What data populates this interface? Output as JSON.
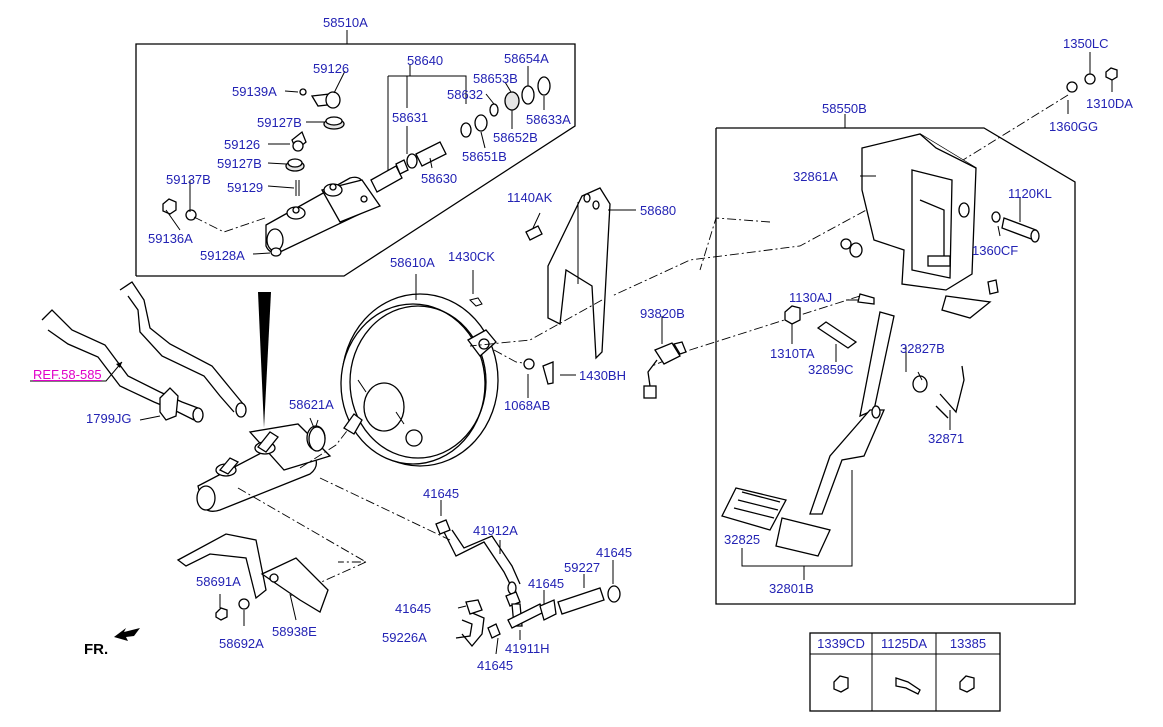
{
  "title": "",
  "colors": {
    "label": "#2323b4",
    "reference_link": "#e000c8",
    "line": "#000000"
  },
  "labels": {
    "p58510A": "58510A",
    "p59126a": "59126",
    "p59139A": "59139A",
    "p59127Ba": "59127B",
    "p59126b": "59126",
    "p59127Bb": "59127B",
    "p59137B": "59137B",
    "p59129": "59129",
    "p59136A": "59136A",
    "p59128A": "59128A",
    "p58640": "58640",
    "p58631": "58631",
    "p58632": "58632",
    "p58630": "58630",
    "p58654A": "58654A",
    "p58653B": "58653B",
    "p58633A": "58633A",
    "p58652B": "58652B",
    "p58651B": "58651B",
    "p1140AK": "1140AK",
    "p58680": "58680",
    "p1430CK": "1430CK",
    "p58610A": "58610A",
    "p1430BH": "1430BH",
    "p1068AB": "1068AB",
    "p58621A": "58621A",
    "p1799JG": "1799JG",
    "p93820B": "93820B",
    "p41645a": "41645",
    "p41912A": "41912A",
    "p59227": "59227",
    "p41645b": "41645",
    "p41645c": "41645",
    "p41645d": "41645",
    "p41645e": "41645",
    "p59226A": "59226A",
    "p41911H": "41911H",
    "p58691A": "58691A",
    "p58692A": "58692A",
    "p58938E": "58938E",
    "p58550B": "58550B",
    "p32861A": "32861A",
    "p1350LC": "1350LC",
    "p1310DA": "1310DA",
    "p1360GG": "1360GG",
    "p1120KL": "1120KL",
    "p1360CF": "1360CF",
    "p1130AJ": "1130AJ",
    "p1310TA": "1310TA",
    "p32859C": "32859C",
    "p32827B": "32827B",
    "p32871": "32871",
    "p32825": "32825",
    "p32801B": "32801B",
    "ref": "REF.58-585",
    "fr": "FR."
  },
  "fasteners_table": {
    "headers": [
      "1339CD",
      "1125DA",
      "13385"
    ]
  }
}
